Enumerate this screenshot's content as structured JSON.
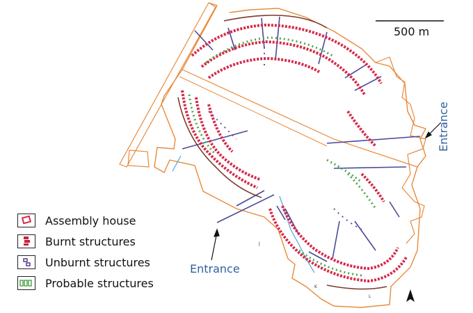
{
  "scale_bar": {
    "label": "500 m"
  },
  "entrances": [
    {
      "id": "right",
      "label": "Entrance"
    },
    {
      "id": "bottom",
      "label": "Entrance"
    }
  ],
  "legend": [
    {
      "label": "Assembly house",
      "icon": "assembly-house-icon",
      "color": "#d62a4a"
    },
    {
      "label": "Burnt structures",
      "icon": "burnt-structures-icon",
      "color": "#c81e3a"
    },
    {
      "label": "Unburnt structures",
      "icon": "unburnt-structures-icon",
      "color": "#5a3c8c"
    },
    {
      "label": "Probable structures",
      "icon": "probable-structures-icon",
      "color": "#3a9a3a"
    }
  ],
  "colors": {
    "boundary": "#e8893a",
    "road": "#4a4a9a",
    "burnt": "#d62a4a",
    "probable": "#4aa84a",
    "unburnt": "#6a4aa0",
    "stream": "#5aaadd",
    "entrance_text": "#2f5f9f"
  },
  "map_labels": [
    "J",
    "K",
    "L"
  ]
}
